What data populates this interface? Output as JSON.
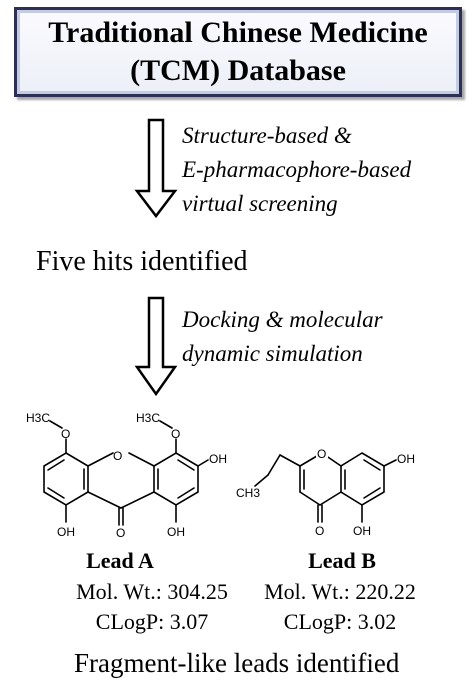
{
  "database": {
    "line1": "Traditional Chinese Medicine",
    "line2": "(TCM) Database"
  },
  "step1": {
    "line1": "Structure-based  &",
    "line2": "E-pharmacophore-based",
    "line3": "virtual screening"
  },
  "hits_label": "Five hits identified",
  "step2": {
    "line1": "Docking & molecular",
    "line2": "dynamic simulation"
  },
  "lead_a": {
    "name": "Lead A",
    "mol_wt": "Mol. Wt.: 304.25",
    "clogp": "CLogP: 3.07",
    "atoms": {
      "ch3_left": "H3C",
      "ch3_right": "H3C",
      "o_left": "O",
      "o_right": "O",
      "o_ring": "O",
      "oh_right": "OH",
      "oh_bottom_left": "OH",
      "oh_bottom_right": "OH",
      "o_carbonyl": "O"
    }
  },
  "lead_b": {
    "name": "Lead B",
    "mol_wt": "Mol. Wt.: 220.22",
    "clogp": "CLogP: 3.02",
    "atoms": {
      "o_ring": "O",
      "oh_right": "OH",
      "oh_bottom": "OH",
      "o_carbonyl": "O",
      "ch3": "CH3"
    }
  },
  "footer": "Fragment-like leads identified",
  "colors": {
    "box_border": "#2d2f55",
    "box_fill": "#eceff7"
  }
}
